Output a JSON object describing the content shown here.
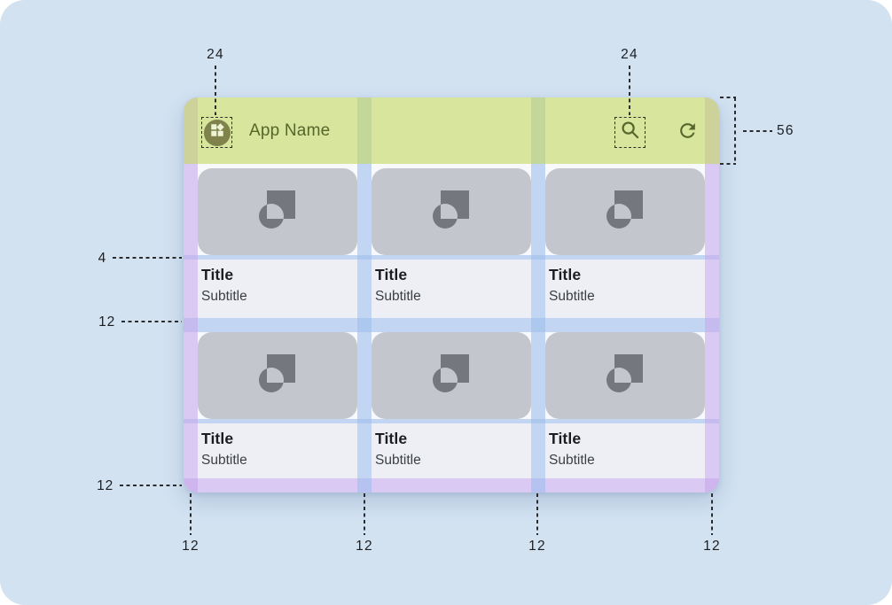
{
  "app_bar": {
    "title": "App Name",
    "icons": {
      "leading": "widgets-icon",
      "search": "search-icon",
      "refresh": "refresh-icon"
    }
  },
  "cards": [
    {
      "title": "Title",
      "subtitle": "Subtitle",
      "image_icon": "image-placeholder-icon"
    },
    {
      "title": "Title",
      "subtitle": "Subtitle",
      "image_icon": "image-placeholder-icon"
    },
    {
      "title": "Title",
      "subtitle": "Subtitle",
      "image_icon": "image-placeholder-icon"
    },
    {
      "title": "Title",
      "subtitle": "Subtitle",
      "image_icon": "image-placeholder-icon"
    },
    {
      "title": "Title",
      "subtitle": "Subtitle",
      "image_icon": "image-placeholder-icon"
    },
    {
      "title": "Title",
      "subtitle": "Subtitle",
      "image_icon": "image-placeholder-icon"
    }
  ],
  "annotations": {
    "leading_icon_size": "24",
    "search_icon_size": "24",
    "app_bar_height": "56",
    "image_text_gap": "4",
    "row_gap": "12",
    "bottom_margin": "12",
    "column_labels": [
      "12",
      "12",
      "12",
      "12"
    ]
  },
  "colors": {
    "page-bg": "#d2e2f1",
    "mock-bg": "#f8f9fc",
    "card-gray": "#c3c6cc",
    "text-bg": "#edeff4",
    "ov-blue": "rgba(158,190,237,0.60)",
    "ov-purple": "rgba(198,168,235,0.60)",
    "ov-green": "rgba(196,216,99,0.62)",
    "olive": "#57662a",
    "circle-olive": "#7f834b",
    "placeholder-icon": "#74787e"
  }
}
